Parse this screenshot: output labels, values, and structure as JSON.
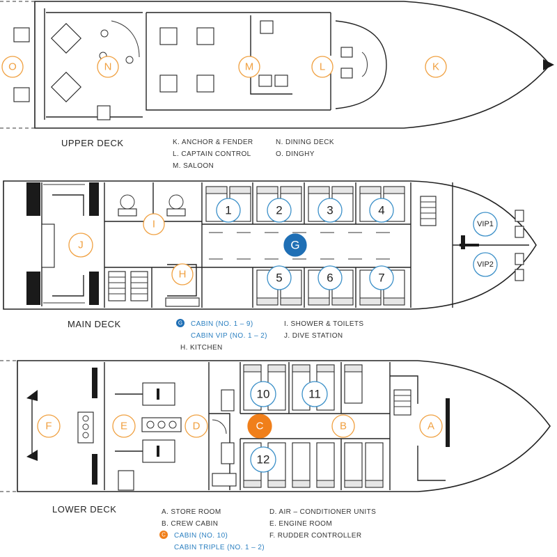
{
  "colors": {
    "orange": "#f0a040",
    "orange_fill": "#f07f1a",
    "blue": "#3a8fc8",
    "blue_fill": "#1f6fb5",
    "line": "#222222"
  },
  "upper_deck": {
    "title": "UPPER DECK",
    "markers": {
      "o": "O",
      "n": "N",
      "m": "M",
      "l": "L",
      "k": "K"
    },
    "legend": {
      "k": "K.   ANCHOR & FENDER",
      "l": "L.   CAPTAIN CONTROL",
      "m": "M.  SALOON",
      "n": "N.   DINING DECK",
      "o": "O.   DINGHY"
    }
  },
  "main_deck": {
    "title": "MAIN DECK",
    "markers": {
      "j": "J",
      "i": "I",
      "h": "H",
      "g": "G",
      "c1": "1",
      "c2": "2",
      "c3": "3",
      "c4": "4",
      "c5": "5",
      "c6": "6",
      "c7": "7",
      "vip1": "VIP1",
      "vip2": "VIP2"
    },
    "legend": {
      "g_letter": "G",
      "g": "CABIN (NO. 1 – 9)",
      "g_vip": "CABIN VIP (NO. 1 – 2)",
      "h": "H.   KITCHEN",
      "i": "I.    SHOWER & TOILETS",
      "j": "J.    DIVE STATION"
    }
  },
  "lower_deck": {
    "title": "LOWER DECK",
    "markers": {
      "f": "F",
      "e": "E",
      "d": "D",
      "c": "C",
      "b": "B",
      "a": "A",
      "c10": "10",
      "c11": "11",
      "c12": "12"
    },
    "legend": {
      "a": "A.   STORE ROOM",
      "b": "B.   CREW CABIN",
      "c_letter": "C",
      "c": "CABIN (NO. 10)",
      "c_triple": "CABIN TRIPLE (NO. 1 – 2)",
      "d": "D.   AIR – CONDITIONER UNITS",
      "e": "E.   ENGINE ROOM",
      "f": "F.   RUDDER CONTROLLER"
    }
  }
}
